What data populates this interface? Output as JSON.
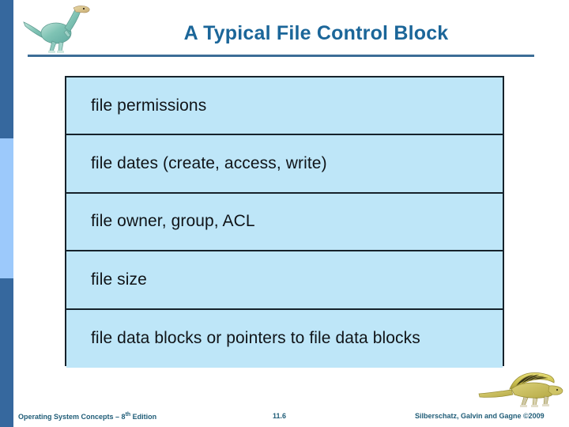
{
  "slide": {
    "title": "A Typical File Control Block",
    "accent_color": "#1B6699",
    "rule_color": "#3C6D96",
    "table_fill_color": "#BEE6F8",
    "table_border_color": "#16222B",
    "sidebar_dark_color": "#36689E",
    "sidebar_light_color": "#9CC9FB"
  },
  "header": {
    "logo_icon": "dinosaur-logo-icon"
  },
  "fcb": {
    "rows": [
      {
        "label": "file permissions"
      },
      {
        "label": "file dates (create, access, write)"
      },
      {
        "label": "file owner, group, ACL"
      },
      {
        "label": "file size"
      },
      {
        "label": "file data blocks or pointers to file data blocks"
      }
    ]
  },
  "footer": {
    "book": "Operating System Concepts",
    "dash": " – ",
    "edition_number": "8",
    "edition_suffix": "th",
    "edition_word": " Edition",
    "page": "11.6",
    "credit": "Silberschatz, Galvin and Gagne ©2009",
    "logo_icon": "dinosaur-sail-logo-icon"
  }
}
